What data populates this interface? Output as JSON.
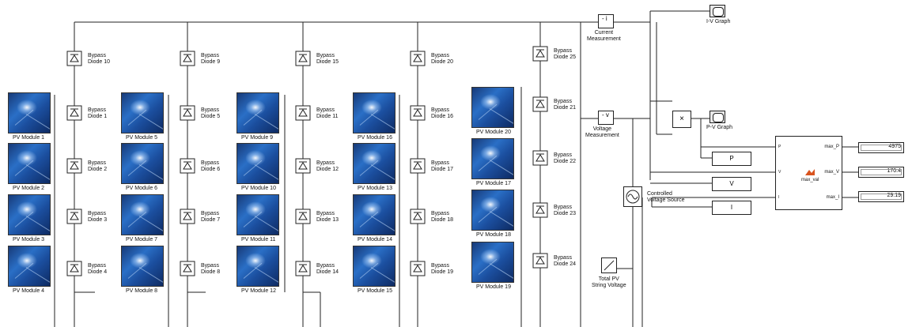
{
  "pv_modules": [
    "PV Module 1",
    "PV Module 2",
    "PV Module 3",
    "PV Module 4",
    "PV Module 5",
    "PV Module 6",
    "PV Module 7",
    "PV Module 8",
    "PV Module 9",
    "PV Module 10",
    "PV Module 11",
    "PV Module 12",
    "PV Module 16",
    "PV Module 13",
    "PV Module 14",
    "PV Module 15",
    "PV Module 20",
    "PV Module 17",
    "PV Module 18",
    "PV Module 19"
  ],
  "bypass_diodes": [
    "Bypass\nDiode 10",
    "Bypass\nDiode 1",
    "Bypass\nDiode 2",
    "Bypass\nDiode 3",
    "Bypass\nDiode 4",
    "Bypass\nDiode 9",
    "Bypass\nDiode 5",
    "Bypass\nDiode 6",
    "Bypass\nDiode 7",
    "Bypass\nDiode 8",
    "Bypass\nDiode 15",
    "Bypass\nDiode 11",
    "Bypass\nDiode 12",
    "Bypass\nDiode 13",
    "Bypass\nDiode 14",
    "Bypass\nDiode 20",
    "Bypass\nDiode 16",
    "Bypass\nDiode 17",
    "Bypass\nDiode 18",
    "Bypass\nDiode 19",
    "Bypass\nDiode 25",
    "Bypass\nDiode 21",
    "Bypass\nDiode 22",
    "Bypass\nDiode 23",
    "Bypass\nDiode 24"
  ],
  "blocks": {
    "current_measurement": "Current\nMeasurement",
    "voltage_measurement": "Voltage\nMeasurement",
    "iv_graph": "I-V Graph",
    "pv_graph": "P-V Graph",
    "product_symbol": "×",
    "p_block": "P",
    "v_block": "V",
    "i_block": "I",
    "controlled_source": "Controlled\nVoltage Source",
    "ramp": "Total PV\nString Voltage",
    "subsystem": "max_val",
    "subsystem_in_p": "P",
    "subsystem_in_v": "V",
    "subsystem_in_i": "I",
    "out_max_p": "max_P",
    "out_max_v": "max_V",
    "out_max_i": "max_I"
  },
  "displays": {
    "max_p": "4975",
    "max_v": "170.4",
    "max_i": "29.19"
  }
}
